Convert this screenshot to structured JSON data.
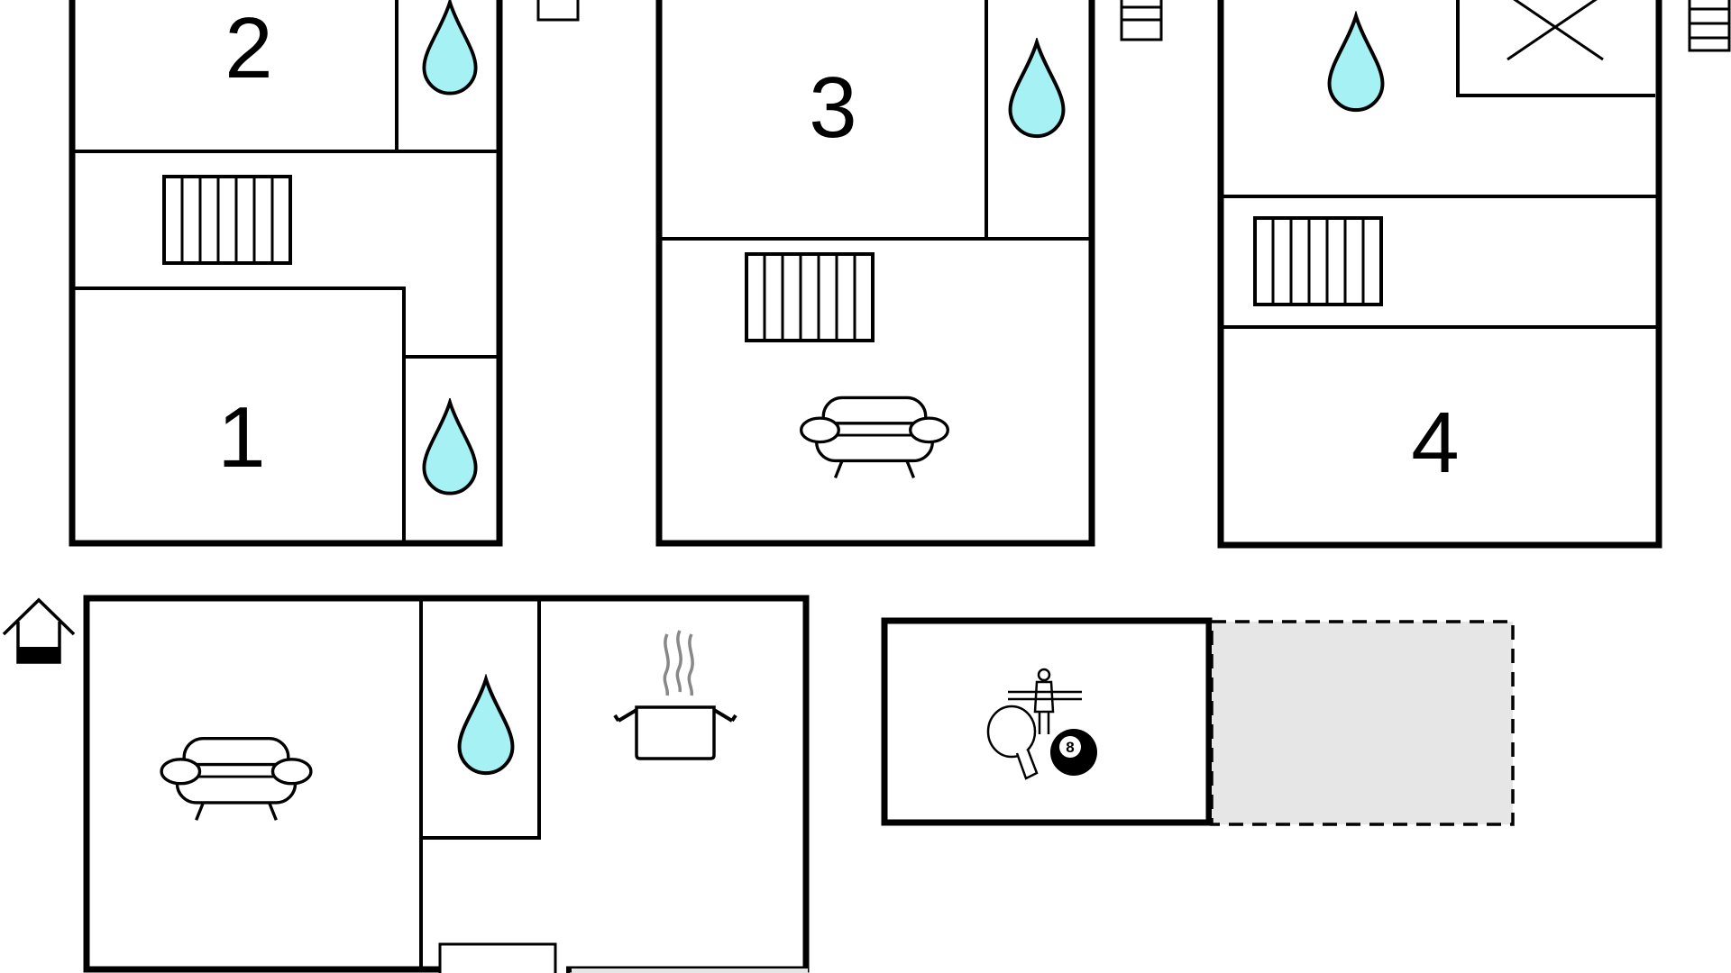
{
  "floor_plan": {
    "room_numbers": [
      "1",
      "2",
      "3",
      "4"
    ],
    "pool_table_ball_number": "8",
    "icons": [
      "water-drop-icon",
      "radiator-icon",
      "sofa-icon",
      "cooking-pot-icon",
      "table-football-icon",
      "ping-pong-paddle-icon",
      "billiard-ball-icon",
      "house-entrance-icon",
      "staircase-icon",
      "crossed-out-area-icon"
    ],
    "colors": {
      "walls": "#000000",
      "water_drop": "#a6f1f4",
      "open_area": "#e6e6e6",
      "background": "#ffffff"
    }
  }
}
